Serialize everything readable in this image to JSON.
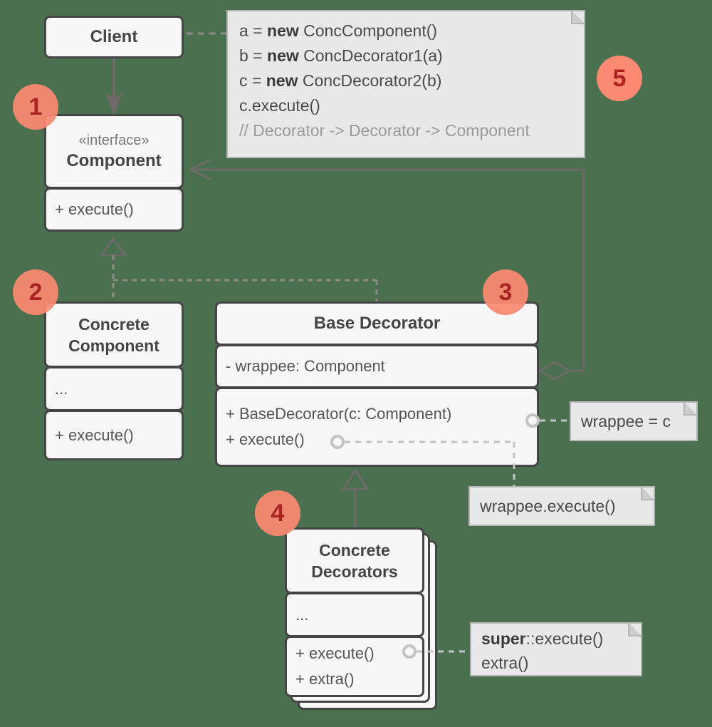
{
  "diagram": {
    "title": "Decorator design pattern UML class diagram",
    "background_color": "#4a7050",
    "box_fill": "#f7f7f7",
    "box_stroke": "#454545",
    "note_fill": "#e8e8e8",
    "note_stroke": "#b5b5b5",
    "badge_color": "#fa8a72",
    "badge_text_color": "#b02020"
  },
  "classes": {
    "client": {
      "name": "Client"
    },
    "component": {
      "stereotype": "«interface»",
      "name": "Component",
      "methods": [
        "+ execute()"
      ]
    },
    "concrete_component": {
      "name_line1": "Concrete",
      "name_line2": "Component",
      "fields": [
        "..."
      ],
      "methods": [
        "+ execute()"
      ]
    },
    "base_decorator": {
      "name": "Base Decorator",
      "fields": [
        "- wrappee: Component"
      ],
      "methods": [
        "+ BaseDecorator(c: Component)",
        "+ execute()"
      ]
    },
    "concrete_decorators": {
      "name_line1": "Concrete",
      "name_line2": "Decorators",
      "fields": [
        "..."
      ],
      "methods": [
        "+ execute()",
        "+ extra()"
      ]
    }
  },
  "notes": {
    "client_code": {
      "lines": [
        {
          "pre": "a = ",
          "kw": "new",
          "post": " ConcComponent()"
        },
        {
          "pre": "b = ",
          "kw": "new",
          "post": " ConcDecorator1(a)"
        },
        {
          "pre": "c = ",
          "kw": "new",
          "post": " ConcDecorator2(b)"
        },
        {
          "pre": "c.execute()",
          "kw": "",
          "post": ""
        }
      ],
      "comment": "// Decorator -> Decorator -> Component"
    },
    "wrappee_assign": {
      "text": "wrappee = c"
    },
    "wrappee_execute": {
      "text": "wrappee.execute()"
    },
    "super_execute": {
      "line1_kw": "super",
      "line1_rest": "::execute()",
      "line2": "extra()"
    }
  },
  "badges": [
    {
      "label": "1"
    },
    {
      "label": "2"
    },
    {
      "label": "3"
    },
    {
      "label": "4"
    },
    {
      "label": "5"
    }
  ]
}
